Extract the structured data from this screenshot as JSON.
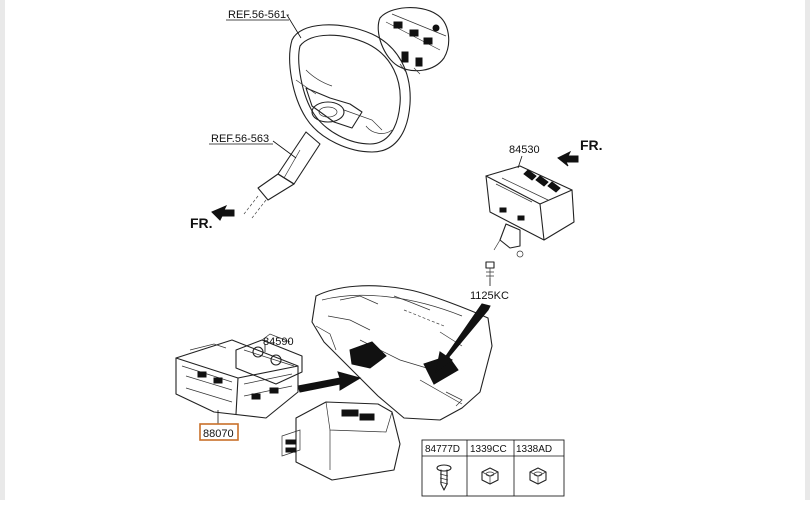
{
  "labels": {
    "ref_56_561": "REF.56-561",
    "ref_56_563": "REF.56-563",
    "fr_left": "FR.",
    "fr_right": "FR.",
    "part_84530": "84530",
    "part_1125kc": "1125KC",
    "part_84590": "84590",
    "part_88070": "88070"
  },
  "table": {
    "headers": [
      "84777D",
      "1339CC",
      "1338AD"
    ],
    "icons": [
      "screw-icon",
      "nut-icon",
      "hex-nut-icon"
    ]
  },
  "colors": {
    "highlight": "#c8702a",
    "line": "#222222",
    "background": "#ffffff"
  }
}
